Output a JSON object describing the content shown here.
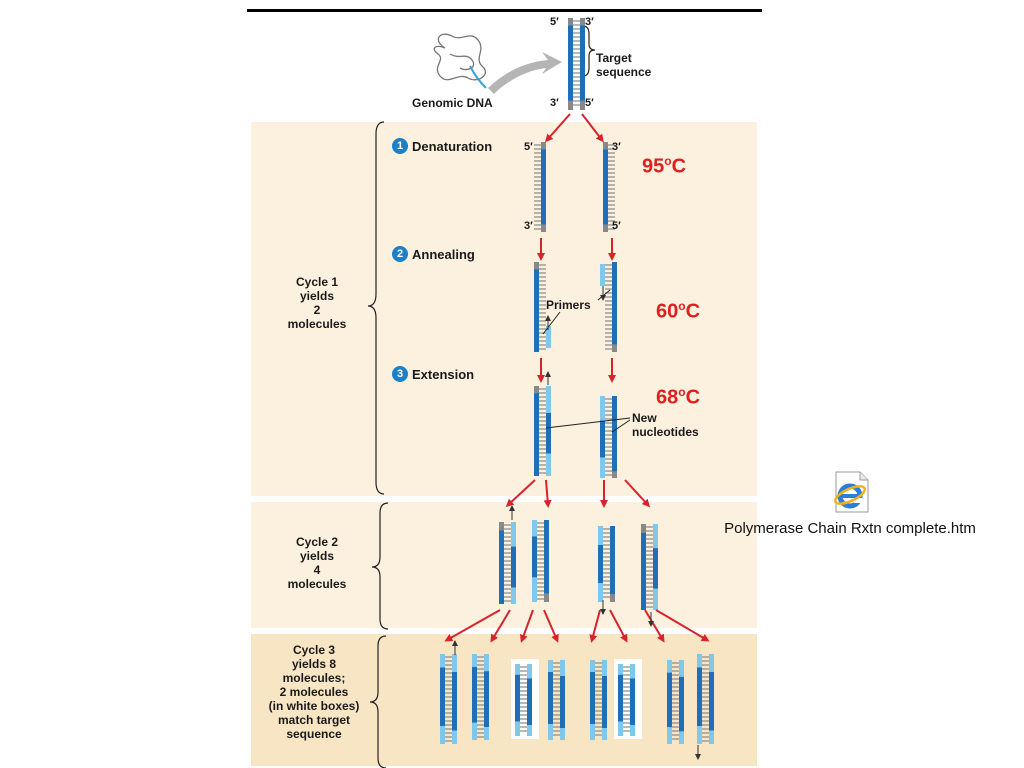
{
  "diagram": {
    "genomic_label": "Genomic DNA",
    "target_label": [
      "Target",
      "sequence"
    ],
    "end_5": "5′",
    "end_3": "3′",
    "steps": [
      {
        "num": "1",
        "label": "Denaturation",
        "temp": "95",
        "unit": "o",
        "unit2": "C"
      },
      {
        "num": "2",
        "label": "Annealing",
        "temp": "60",
        "unit": "o",
        "unit2": "C"
      },
      {
        "num": "3",
        "label": "Extension",
        "temp": "68",
        "unit": "o",
        "unit2": "C"
      }
    ],
    "primers_label": "Primers",
    "new_nucleotides_label": [
      "New",
      "nucleotides"
    ],
    "cycles": [
      {
        "lines": [
          "Cycle 1",
          "yields",
          "2",
          "molecules"
        ]
      },
      {
        "lines": [
          "Cycle 2",
          "yields",
          "4",
          "molecules"
        ]
      },
      {
        "lines": [
          "Cycle 3",
          "yields 8",
          "molecules;",
          "2 molecules",
          "(in white boxes)",
          "match target",
          "sequence"
        ]
      }
    ]
  },
  "desktop_file": {
    "icon": "internet-explorer-icon",
    "filename": "Polymerase Chain Rxtn complete.htm"
  },
  "colors": {
    "dark_strand": "#1f6fb8",
    "light_strand": "#7fc8ec",
    "rungs": "#888888",
    "arrow": "#d9232a",
    "panel": "#fbf1de",
    "panel_cycle3": "#f8e5c4",
    "temp_text": "#e0201f"
  }
}
